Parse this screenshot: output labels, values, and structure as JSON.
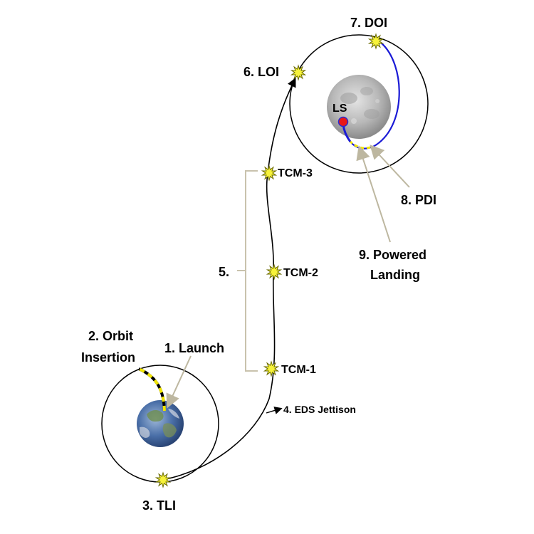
{
  "labels": {
    "launch": "1. Launch",
    "orbit_insertion_line1": "2. Orbit",
    "orbit_insertion_line2": "Insertion",
    "tli": "3. TLI",
    "eds_jettison": "4. EDS Jettison",
    "tcm_group": "5.",
    "loi": "6. LOI",
    "doi": "7. DOI",
    "pdi": "8. PDI",
    "powered_landing_line1": "9. Powered",
    "powered_landing_line2": "Landing",
    "tcm1": "TCM-1",
    "tcm2": "TCM-2",
    "tcm3": "TCM-3",
    "landing_site": "LS"
  },
  "colors": {
    "trajectory": "#000000",
    "descent_orbit": "#1a1ad6",
    "ascent_dash_yellow": "#f2e600",
    "burst_yellow": "#f6f23a",
    "burst_outline": "#6a6a00",
    "callout_arrow": "#bdb7a0",
    "bracket": "#c9c2ad",
    "landing_site": "#e81818",
    "landing_site_ring": "#2a2ad0"
  }
}
